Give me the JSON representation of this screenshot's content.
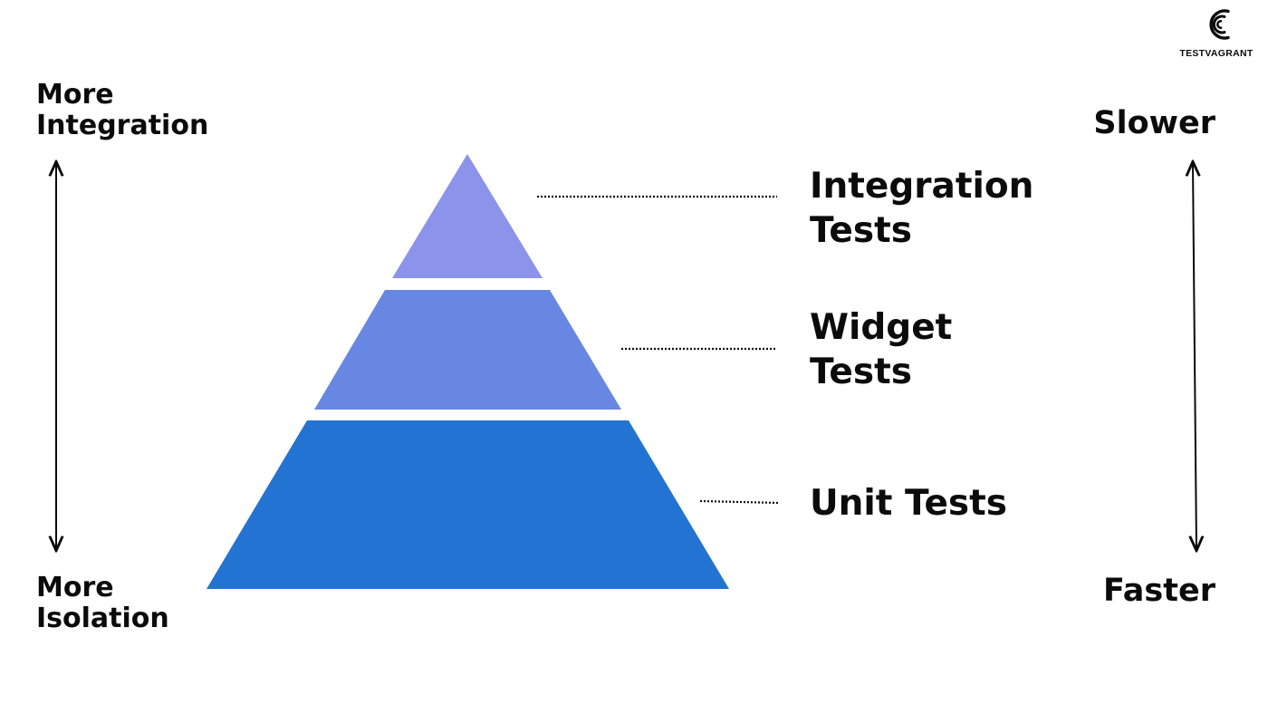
{
  "brand": {
    "name": "TESTVAGRANT",
    "logo_icon": "concentric-arc-logo"
  },
  "left_axis": {
    "top_label": [
      "More",
      "Integration"
    ],
    "bottom_label": [
      "More",
      "Isolation"
    ]
  },
  "right_axis": {
    "top_label": "Slower",
    "bottom_label": "Faster"
  },
  "tiers": [
    {
      "label": [
        "Integration",
        "Tests"
      ],
      "color": "#8b93eb"
    },
    {
      "label": [
        "Widget",
        "Tests"
      ],
      "color": "#6787e3"
    },
    {
      "label": [
        "Unit Tests"
      ],
      "color": "#2373d3"
    }
  ],
  "colors": {
    "text": "#0b0b0b",
    "background": "#ffffff"
  }
}
